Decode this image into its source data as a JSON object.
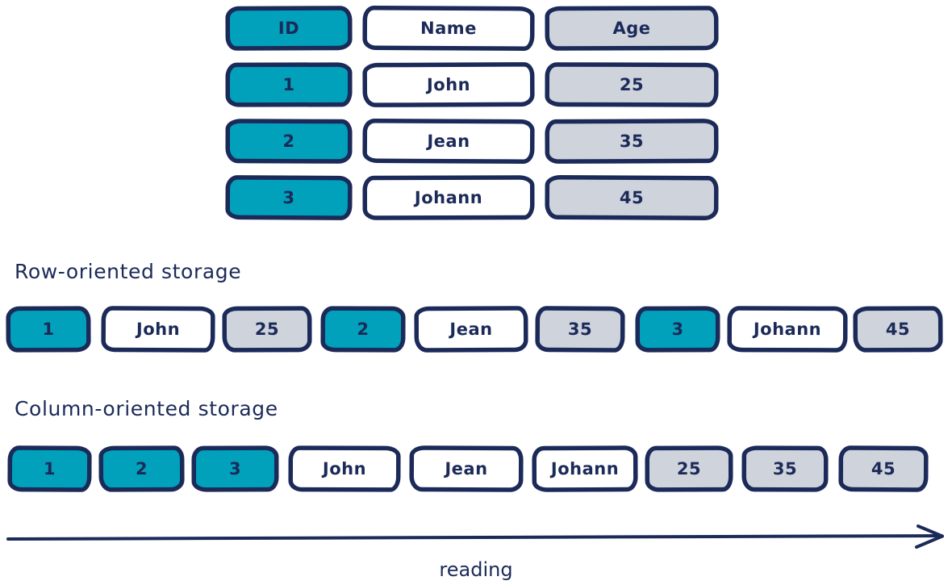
{
  "diagram": {
    "title_colors": {
      "navy": "#1b2a58",
      "teal": "#01a0bb",
      "gray": "#ced3dc",
      "white": "#ffffff",
      "background": "#ffffff"
    },
    "table": {
      "headers": [
        "ID",
        "Name",
        "Age"
      ],
      "rows": [
        [
          "1",
          "John",
          "25"
        ],
        [
          "2",
          "Jean",
          "35"
        ],
        [
          "3",
          "Johann",
          "45"
        ]
      ]
    },
    "row_storage": {
      "caption": "Row-oriented storage",
      "cells": [
        {
          "value": "1",
          "kind": "id"
        },
        {
          "value": "John",
          "kind": "name"
        },
        {
          "value": "25",
          "kind": "age"
        },
        {
          "value": "2",
          "kind": "id"
        },
        {
          "value": "Jean",
          "kind": "name"
        },
        {
          "value": "35",
          "kind": "age"
        },
        {
          "value": "3",
          "kind": "id"
        },
        {
          "value": "Johann",
          "kind": "name"
        },
        {
          "value": "45",
          "kind": "age"
        }
      ]
    },
    "column_storage": {
      "caption": "Column-oriented storage",
      "cells": [
        {
          "value": "1",
          "kind": "id"
        },
        {
          "value": "2",
          "kind": "id"
        },
        {
          "value": "3",
          "kind": "id"
        },
        {
          "value": "John",
          "kind": "name"
        },
        {
          "value": "Jean",
          "kind": "name"
        },
        {
          "value": "Johann",
          "kind": "name"
        },
        {
          "value": "25",
          "kind": "age"
        },
        {
          "value": "35",
          "kind": "age"
        },
        {
          "value": "45",
          "kind": "age"
        }
      ]
    },
    "axis": {
      "label": "reading",
      "direction": "left-to-right"
    }
  }
}
